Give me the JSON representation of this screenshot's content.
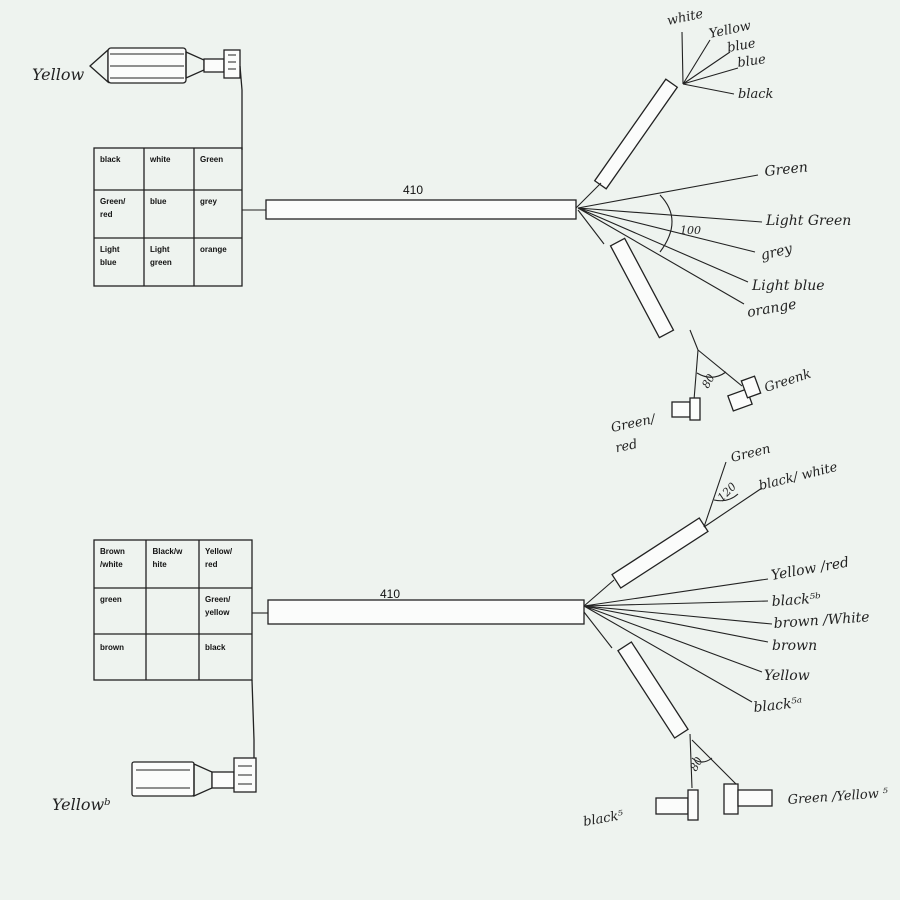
{
  "top": {
    "length": "410",
    "connector_label": "Yellow",
    "table": [
      [
        "black",
        "white",
        "Green"
      ],
      [
        "Green/\nred",
        "blue",
        "grey"
      ],
      [
        "Light\nblue",
        "Light\ngreen",
        "orange"
      ]
    ],
    "branch1_wires": [
      "white",
      "Yellow",
      "blue",
      "blue",
      "black"
    ],
    "main_wires": [
      "Green",
      "Light Green",
      "grey",
      "Light blue",
      "orange"
    ],
    "angle": "100",
    "branch2_angle": "80",
    "branch2_left": "Green/\nred",
    "branch2_right": "Greenk"
  },
  "bottom": {
    "length": "410",
    "connector_label": "Yellowᵇ",
    "table": [
      [
        "Brown\n/white",
        "Black/w\nhite",
        "Yellow/\nred"
      ],
      [
        "green",
        "",
        "Green/\nyellow"
      ],
      [
        "brown",
        "",
        "black"
      ]
    ],
    "branch1_wires": [
      "Green",
      "black/ white"
    ],
    "branch1_angle": "120",
    "main_wires": [
      "Yellow /red",
      "black⁵ᵇ",
      "brown /White",
      "brown",
      "Yellow",
      "black⁵ᵃ"
    ],
    "branch2_angle": "80",
    "branch2_left": "black⁵",
    "branch2_right": "Green /Yellow ⁵"
  }
}
